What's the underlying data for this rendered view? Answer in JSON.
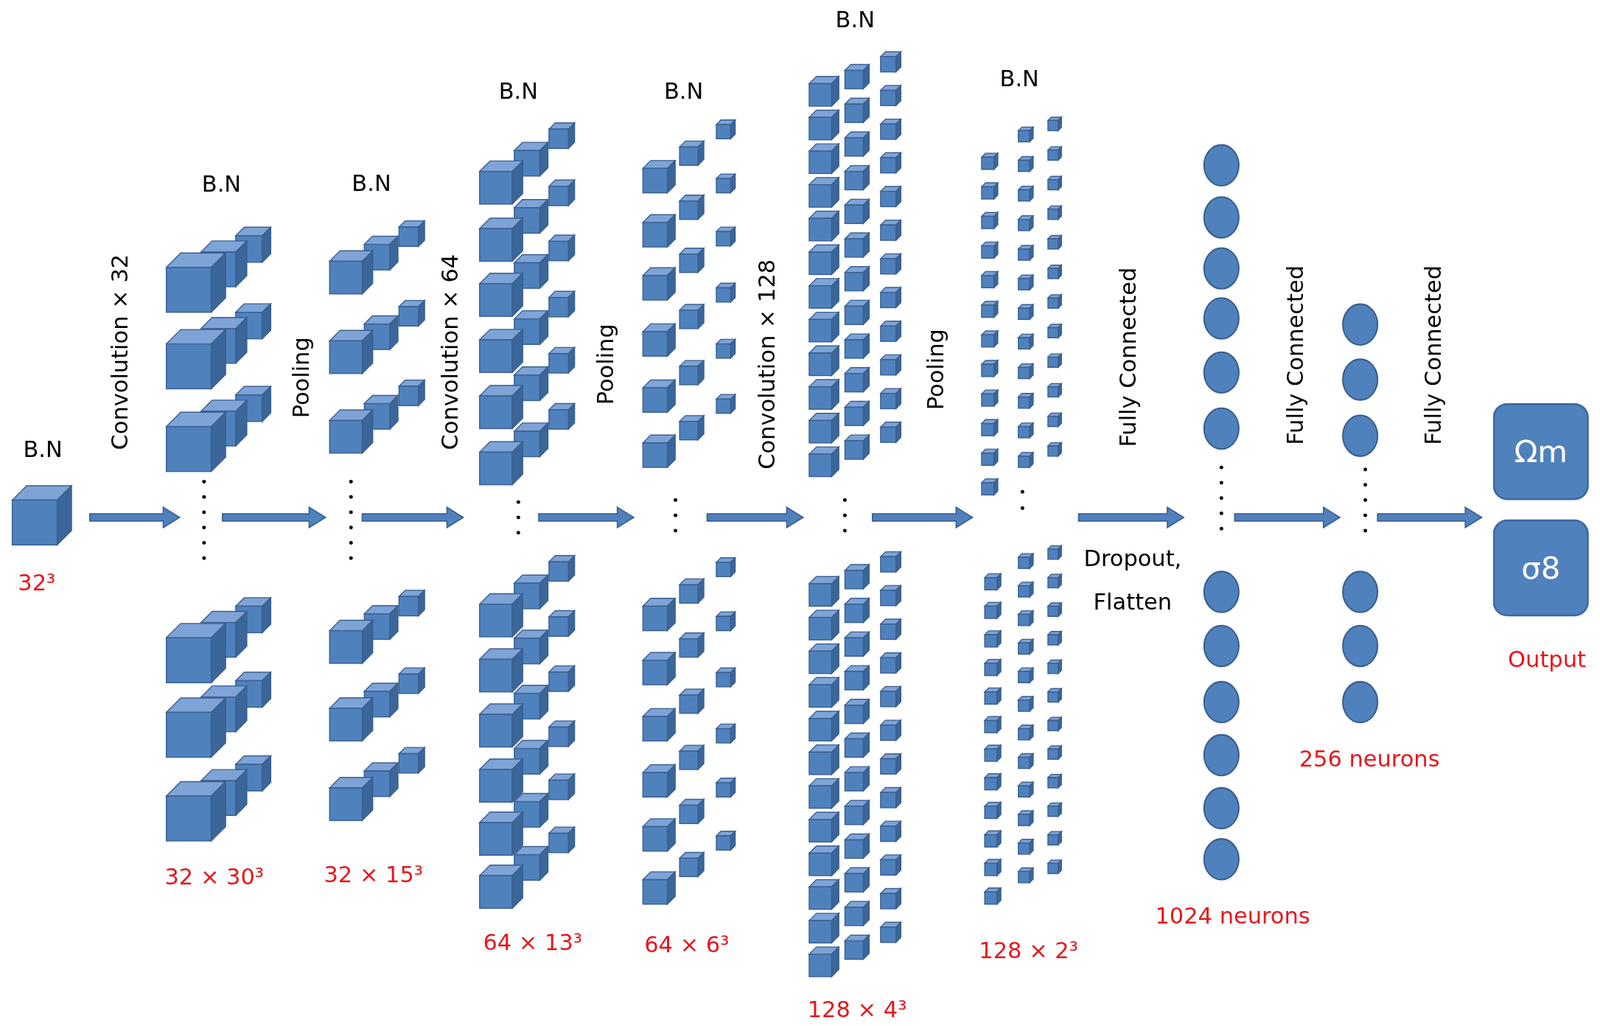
{
  "diagram": {
    "nodes": [
      {
        "text": [
          "Ωm"
        ]
      },
      {
        "text": [
          "σ8"
        ]
      }
    ],
    "labels": [
      "B.N",
      "32³",
      "Convolution × 32",
      "B.N",
      "32 × 30³",
      "Pooling",
      "B.N",
      "32 × 15³",
      "Convolution × 64",
      "B.N",
      "64 × 13³",
      "Pooling",
      "B.N",
      "64 × 6³",
      "Convolution × 128",
      "B.N",
      "128 × 4³",
      "Pooling",
      "B.N",
      "128 × 2³",
      "Fully Connected",
      "Dropout, Flatten",
      "1024 neurons",
      "Fully Connected",
      "256 neurons",
      "Fully Connected",
      "Output"
    ]
  }
}
